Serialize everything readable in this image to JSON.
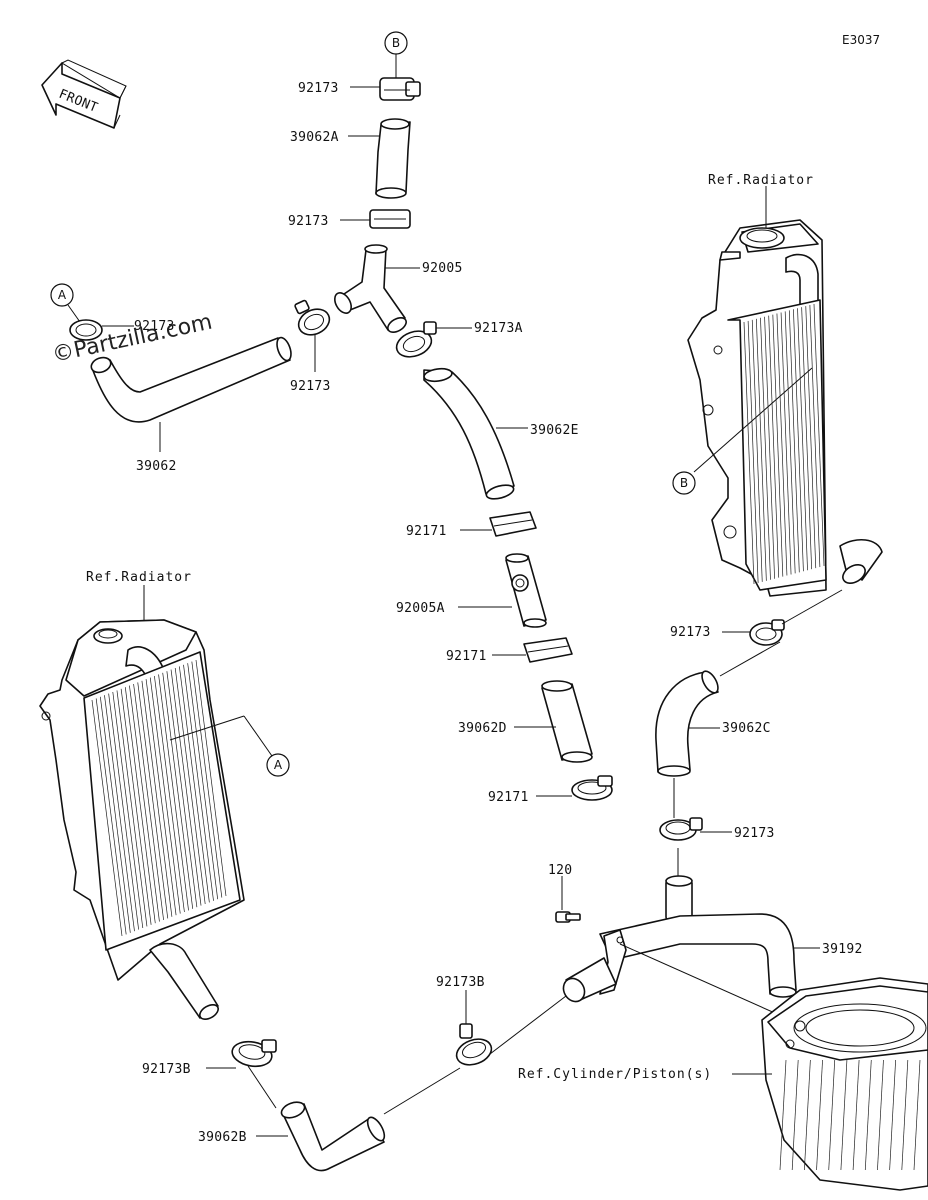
{
  "diagram_code": "E3037",
  "watermark": "©Partzilla.com",
  "front_label": "FRONT",
  "refs": {
    "radiator_right": "Ref.Radiator",
    "radiator_left": "Ref.Radiator",
    "cylinder": "Ref.Cylinder/Piston(s)"
  },
  "markers": {
    "b_top": "B",
    "a_left": "A",
    "b_right": "B",
    "a_lower": "A"
  },
  "parts": {
    "clamp_top": "92173",
    "hose_top": "39062A",
    "clamp_under_hose": "92173",
    "joint_y": "92005",
    "clamp_left_a": "92173",
    "hose_left": "39062",
    "clamp_mid": "92173",
    "clamp_right_of_joint": "92173A",
    "hose_e": "39062E",
    "clamp_e_bottom": "92171",
    "joint_a": "92005A",
    "clamp_joint_a_bottom": "92171",
    "hose_d": "39062D",
    "clamp_d_bottom": "92171",
    "clamp_radiator_out": "92173",
    "hose_c": "39062C",
    "clamp_c_bottom": "92173",
    "bolt": "120",
    "pipe": "39192",
    "clamp_b_mid": "92173B",
    "clamp_b_left": "92173B",
    "hose_b": "39062B"
  }
}
